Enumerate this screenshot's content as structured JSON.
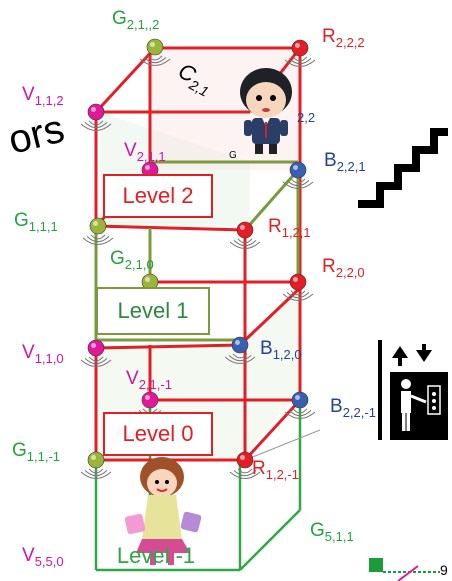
{
  "partial_text": "ors",
  "colors": {
    "red": "#e31e24",
    "green": "#2ca845",
    "olive": "#7a9a3c",
    "magenta": "#e0189a",
    "blue_node": "#3a5fb0",
    "label_red": "#e31e24",
    "label_green": "#22a33d",
    "label_magenta": "#d413a6",
    "label_blue": "#23458f"
  },
  "levels": [
    {
      "id": "level-2",
      "label": "Level 2",
      "color": "#e31e24"
    },
    {
      "id": "level-1",
      "label": "Level 1",
      "color": "#7a9a3c"
    },
    {
      "id": "level-0",
      "label": "Level 0",
      "color": "#e31e24"
    },
    {
      "id": "level-neg1",
      "label": "Level -1",
      "color": "#2ca845"
    }
  ],
  "nodes": [
    {
      "id": "G_2_1_2",
      "main": "G",
      "sub": "2,1,,2",
      "type": "gateway"
    },
    {
      "id": "R_2_2_2",
      "main": "R",
      "sub": "2,2,2",
      "type": "router"
    },
    {
      "id": "V_1_1_2",
      "main": "V",
      "sub": "1,1,2",
      "type": "vertex"
    },
    {
      "id": "V_2_1_1",
      "main": "V",
      "sub": "2,1,1",
      "type": "vertex"
    },
    {
      "id": "B_2_2_1",
      "main": "B",
      "sub": "2,2,1",
      "type": "beacon"
    },
    {
      "id": "G_1_1_1",
      "main": "G",
      "sub": "1,1,1",
      "type": "gateway"
    },
    {
      "id": "R_1_2_1",
      "main": "R",
      "sub": "1,2,1",
      "type": "router"
    },
    {
      "id": "G_2_1_0",
      "main": "G",
      "sub": "2,1,0",
      "type": "gateway"
    },
    {
      "id": "R_2_2_0",
      "main": "R",
      "sub": "2,2,0",
      "type": "router"
    },
    {
      "id": "V_1_1_0",
      "main": "V",
      "sub": "1,1,0",
      "type": "vertex"
    },
    {
      "id": "B_1_2_0",
      "main": "B",
      "sub": "1,2,0",
      "type": "beacon"
    },
    {
      "id": "V_2_1_m1",
      "main": "V",
      "sub": "2,1,-1",
      "type": "vertex"
    },
    {
      "id": "B_2_2_m1",
      "main": "B",
      "sub": "2,2,-1",
      "type": "beacon"
    },
    {
      "id": "G_1_1_m1",
      "main": "G",
      "sub": "1,1,-1",
      "type": "gateway"
    },
    {
      "id": "R_1_2_m1",
      "main": "R",
      "sub": "1,2,-1",
      "type": "router"
    },
    {
      "id": "G_5_1_1",
      "main": "G",
      "sub": "5,1,1",
      "type": "gateway"
    },
    {
      "id": "V_5_5_0",
      "main": "V",
      "sub": "5,5,0",
      "type": "vertex"
    }
  ],
  "character_label": {
    "main": "C",
    "sub": "2,1"
  },
  "small_labels": {
    "near_character": "2,2",
    "g_small": "G",
    "bottom_right_number": "9"
  },
  "icons": {
    "stairs": "stairs-icon",
    "elevator": "elevator-icon",
    "man_character": "man-character-icon",
    "woman_character": "woman-character-icon"
  }
}
